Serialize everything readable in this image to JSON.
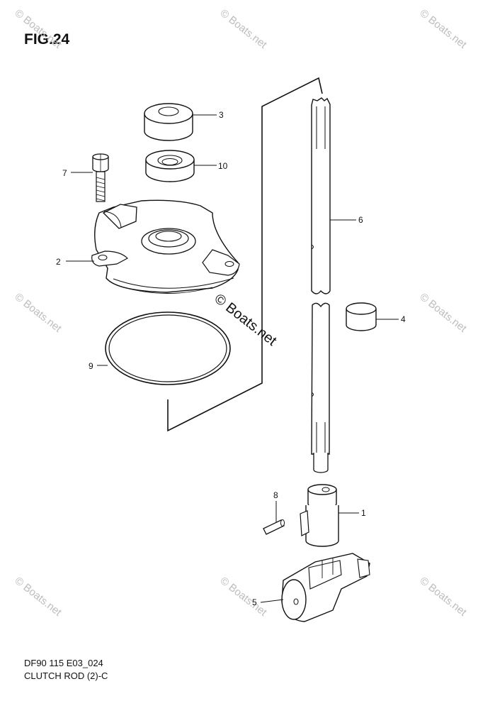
{
  "figure": {
    "title": "FIG.24",
    "model_code": "DF90 115 E03_024",
    "section_name": "CLUTCH ROD (2)-C"
  },
  "watermark": {
    "text": "© Boats.net"
  },
  "callouts": [
    {
      "number": "1",
      "part": "clutch-shifter"
    },
    {
      "number": "2",
      "part": "clutch-rod-housing"
    },
    {
      "number": "3",
      "part": "bushing"
    },
    {
      "number": "4",
      "part": "collar"
    },
    {
      "number": "5",
      "part": "clutch-cam"
    },
    {
      "number": "6",
      "part": "clutch-rod"
    },
    {
      "number": "7",
      "part": "bolt"
    },
    {
      "number": "8",
      "part": "pin"
    },
    {
      "number": "9",
      "part": "o-ring"
    },
    {
      "number": "10",
      "part": "oil-seal"
    }
  ]
}
